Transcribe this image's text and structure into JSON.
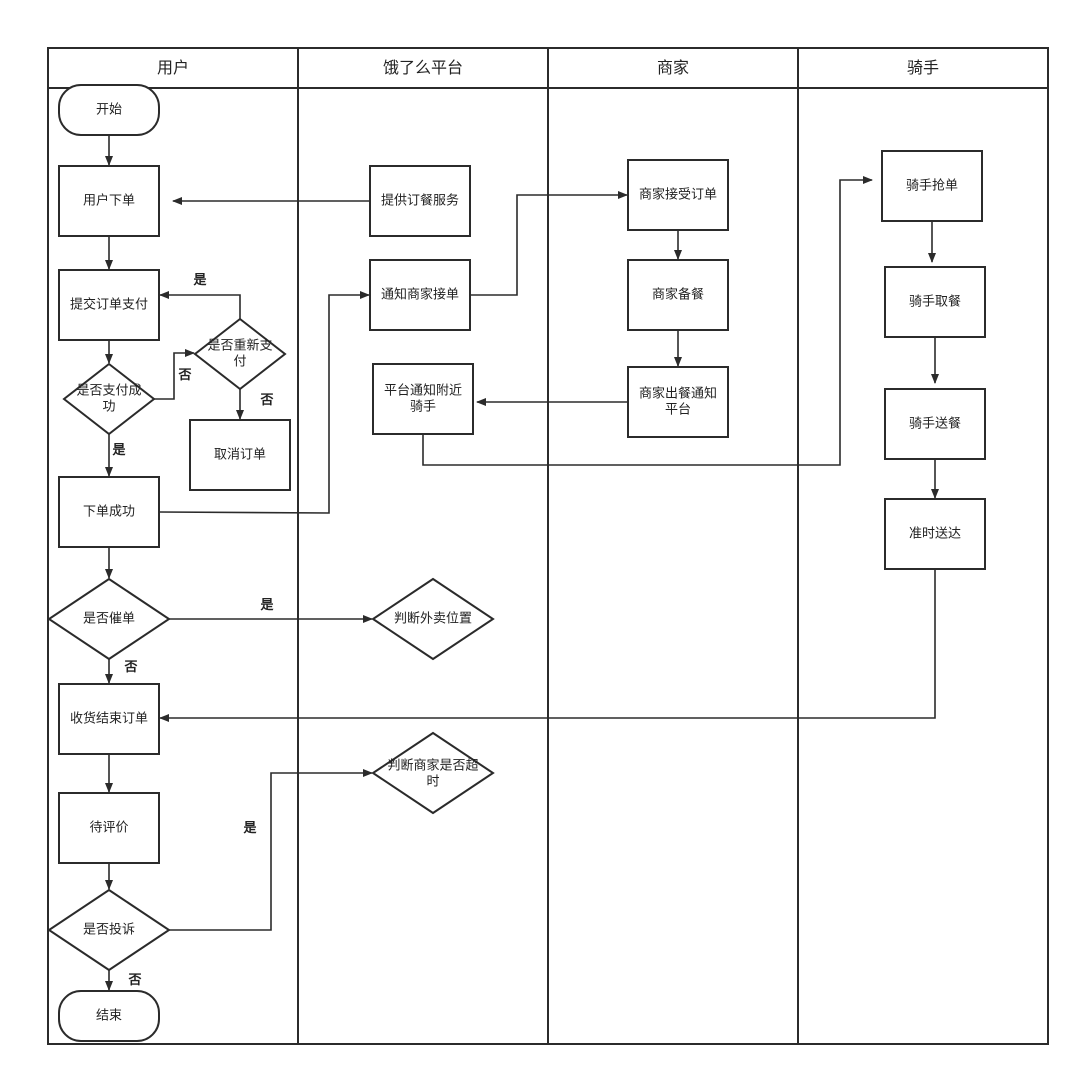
{
  "lanes": [
    "用户",
    "饿了么平台",
    "商家",
    "骑手"
  ],
  "nodes": {
    "start": [
      "开始"
    ],
    "user_order": [
      "用户下单"
    ],
    "submit_pay": [
      "提交订单支付"
    ],
    "pay_success_q": [
      "是否支付成",
      "功"
    ],
    "repay_q": [
      "是否重新支",
      "付"
    ],
    "cancel_order": [
      "取消订单"
    ],
    "order_success": [
      "下单成功"
    ],
    "urge_q": [
      "是否催单"
    ],
    "receive_end": [
      "收货结束订单"
    ],
    "to_review": [
      "待评价"
    ],
    "complaint_q": [
      "是否投诉"
    ],
    "end": [
      "结束"
    ],
    "provide_service": [
      "提供订餐服务"
    ],
    "notify_merchant": [
      "通知商家接单"
    ],
    "notify_rider": [
      "平台通知附近",
      "骑手"
    ],
    "judge_location": [
      "判断外卖位置"
    ],
    "judge_timeout": [
      "判断商家是否超",
      "时"
    ],
    "merchant_accept": [
      "商家接受订单"
    ],
    "merchant_prepare": [
      "商家备餐"
    ],
    "merchant_ready": [
      "商家出餐通知",
      "平台"
    ],
    "rider_grab": [
      "骑手抢单"
    ],
    "rider_pickup": [
      "骑手取餐"
    ],
    "rider_deliver": [
      "骑手送餐"
    ],
    "on_time": [
      "准时送达"
    ]
  },
  "edge_labels": {
    "repay_yes": "是",
    "pay_no": "否",
    "repay_no": "否",
    "pay_yes": "是",
    "urge_yes": "是",
    "urge_no": "否",
    "complaint_yes": "是",
    "complaint_no": "否"
  }
}
